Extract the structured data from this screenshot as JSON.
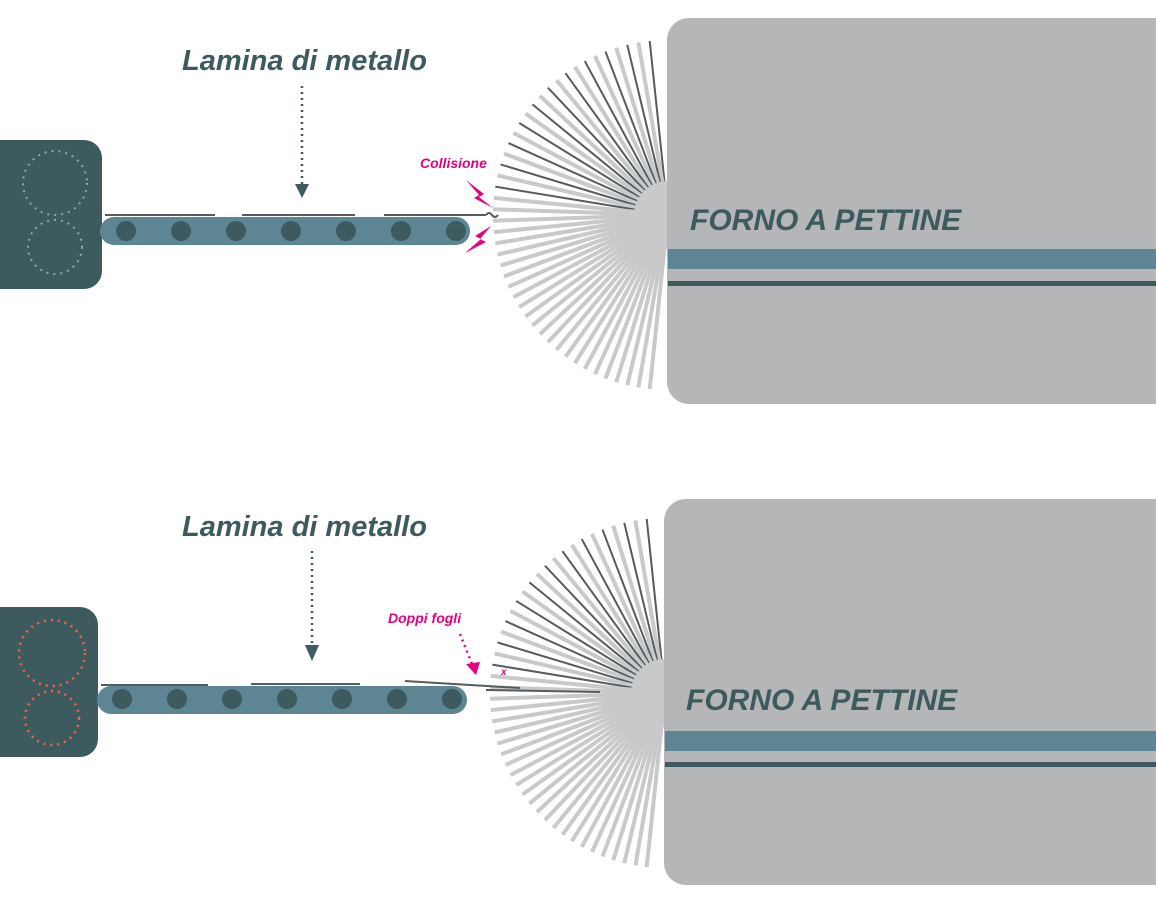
{
  "colors": {
    "machine": "#3d5a5e",
    "conveyor": "#5e8593",
    "roller": "#3d5a5e",
    "oven": "#b5b6b8",
    "comb": "#c8c9cb",
    "comb_dark": "#555b5e",
    "alert": "#e6007e",
    "coil_top": "#8fa7ad",
    "coil_bottom": "#f0654a",
    "sheet": "#555b5e"
  },
  "panels": [
    {
      "sheet_label": "Lamina di metallo",
      "oven_label": "FORNO A PETTINE",
      "alert_label": "Collisione",
      "alert_icon": "lightning-icon",
      "coil_state": "normal"
    },
    {
      "sheet_label": "Lamina di metallo",
      "oven_label": "FORNO A PETTINE",
      "alert_label": "Doppi fogli",
      "alert_marker": "x",
      "alert_icon": "dotted-arrow-icon",
      "coil_state": "alert"
    }
  ]
}
